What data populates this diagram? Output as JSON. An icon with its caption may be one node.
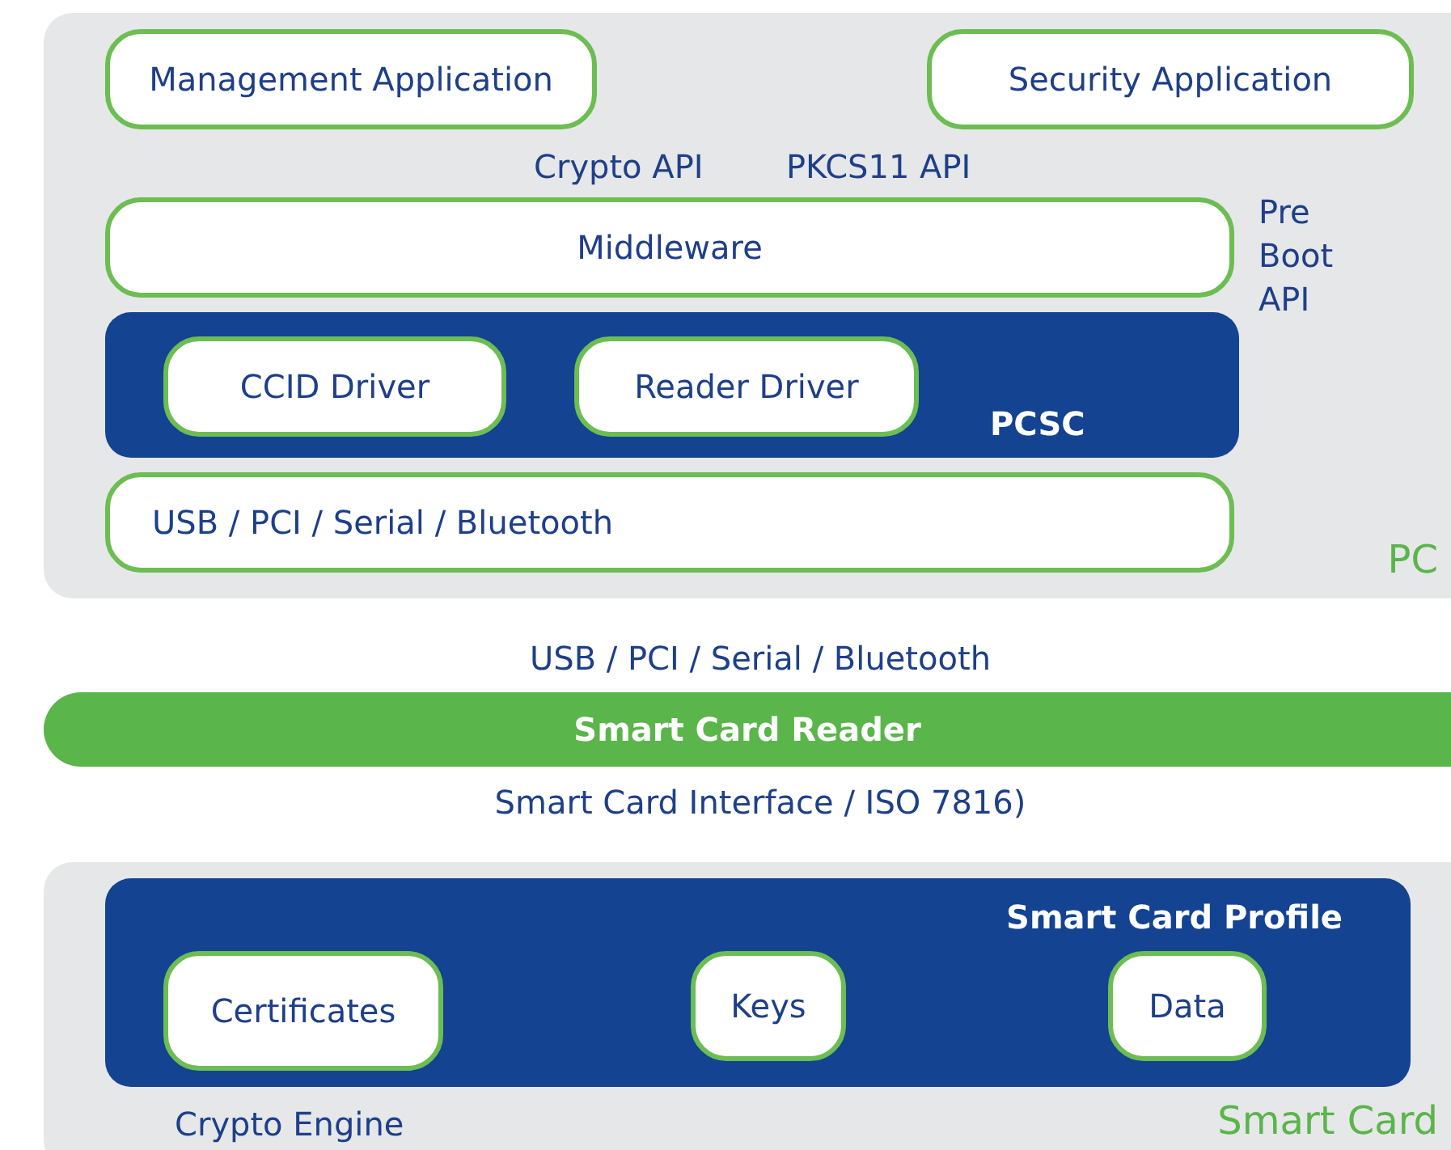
{
  "diagram": {
    "nodes": [
      {
        "text": [
          "PC"
        ]
      },
      {
        "text": [
          "Management Application"
        ],
        "in": 0
      },
      {
        "text": [
          "Security Application"
        ],
        "in": 0
      },
      {
        "text": [
          "Middleware"
        ],
        "in": 0
      },
      {
        "text": [
          "PCSC"
        ],
        "in": 0
      },
      {
        "text": [
          "CCID Driver"
        ],
        "in": 4
      },
      {
        "text": [
          "Reader Driver"
        ],
        "in": 4
      },
      {
        "text": [
          "USB / PCI / Serial / Bluetooth"
        ],
        "in": 0
      },
      {
        "text": [
          "Smart Card Reader"
        ]
      },
      {
        "text": [
          "Smart Card"
        ]
      },
      {
        "text": [
          "Smart Card Profile"
        ],
        "in": 9
      },
      {
        "text": [
          "Certificates"
        ],
        "in": 10
      },
      {
        "text": [
          "Keys"
        ],
        "in": 10
      },
      {
        "text": [
          "Data"
        ],
        "in": 10
      }
    ],
    "labels": [
      "Crypto API",
      "PKCS11 API",
      "Pre Boot API",
      "USB / PCI / Serial / Bluetooth",
      "Smart Card Interface / ISO 7816)",
      "Crypto Engine"
    ]
  }
}
